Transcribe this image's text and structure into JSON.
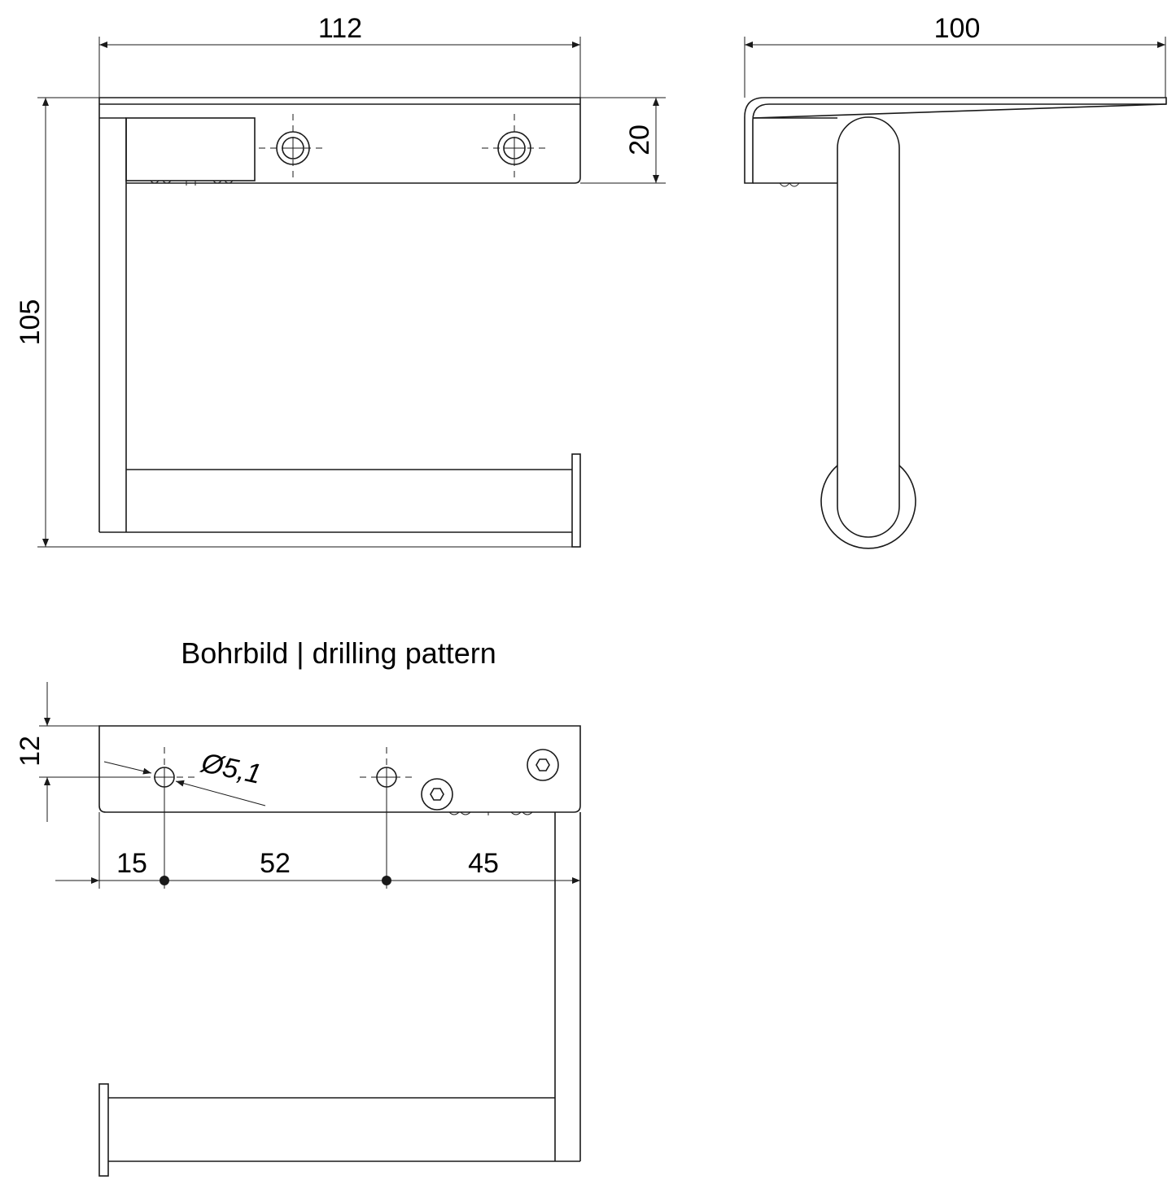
{
  "front_view": {
    "width_label": "112",
    "height_label": "105",
    "plate_height_label": "20"
  },
  "side_view": {
    "depth_label": "100"
  },
  "drilling_pattern": {
    "title": "Bohrbild | drilling pattern",
    "vertical_offset_label": "12",
    "hole_diameter_label": "Ø5,1",
    "spacing_labels": [
      "15",
      "52",
      "45"
    ]
  },
  "colors": {
    "line": "#1a1a1a",
    "background": "#ffffff"
  }
}
